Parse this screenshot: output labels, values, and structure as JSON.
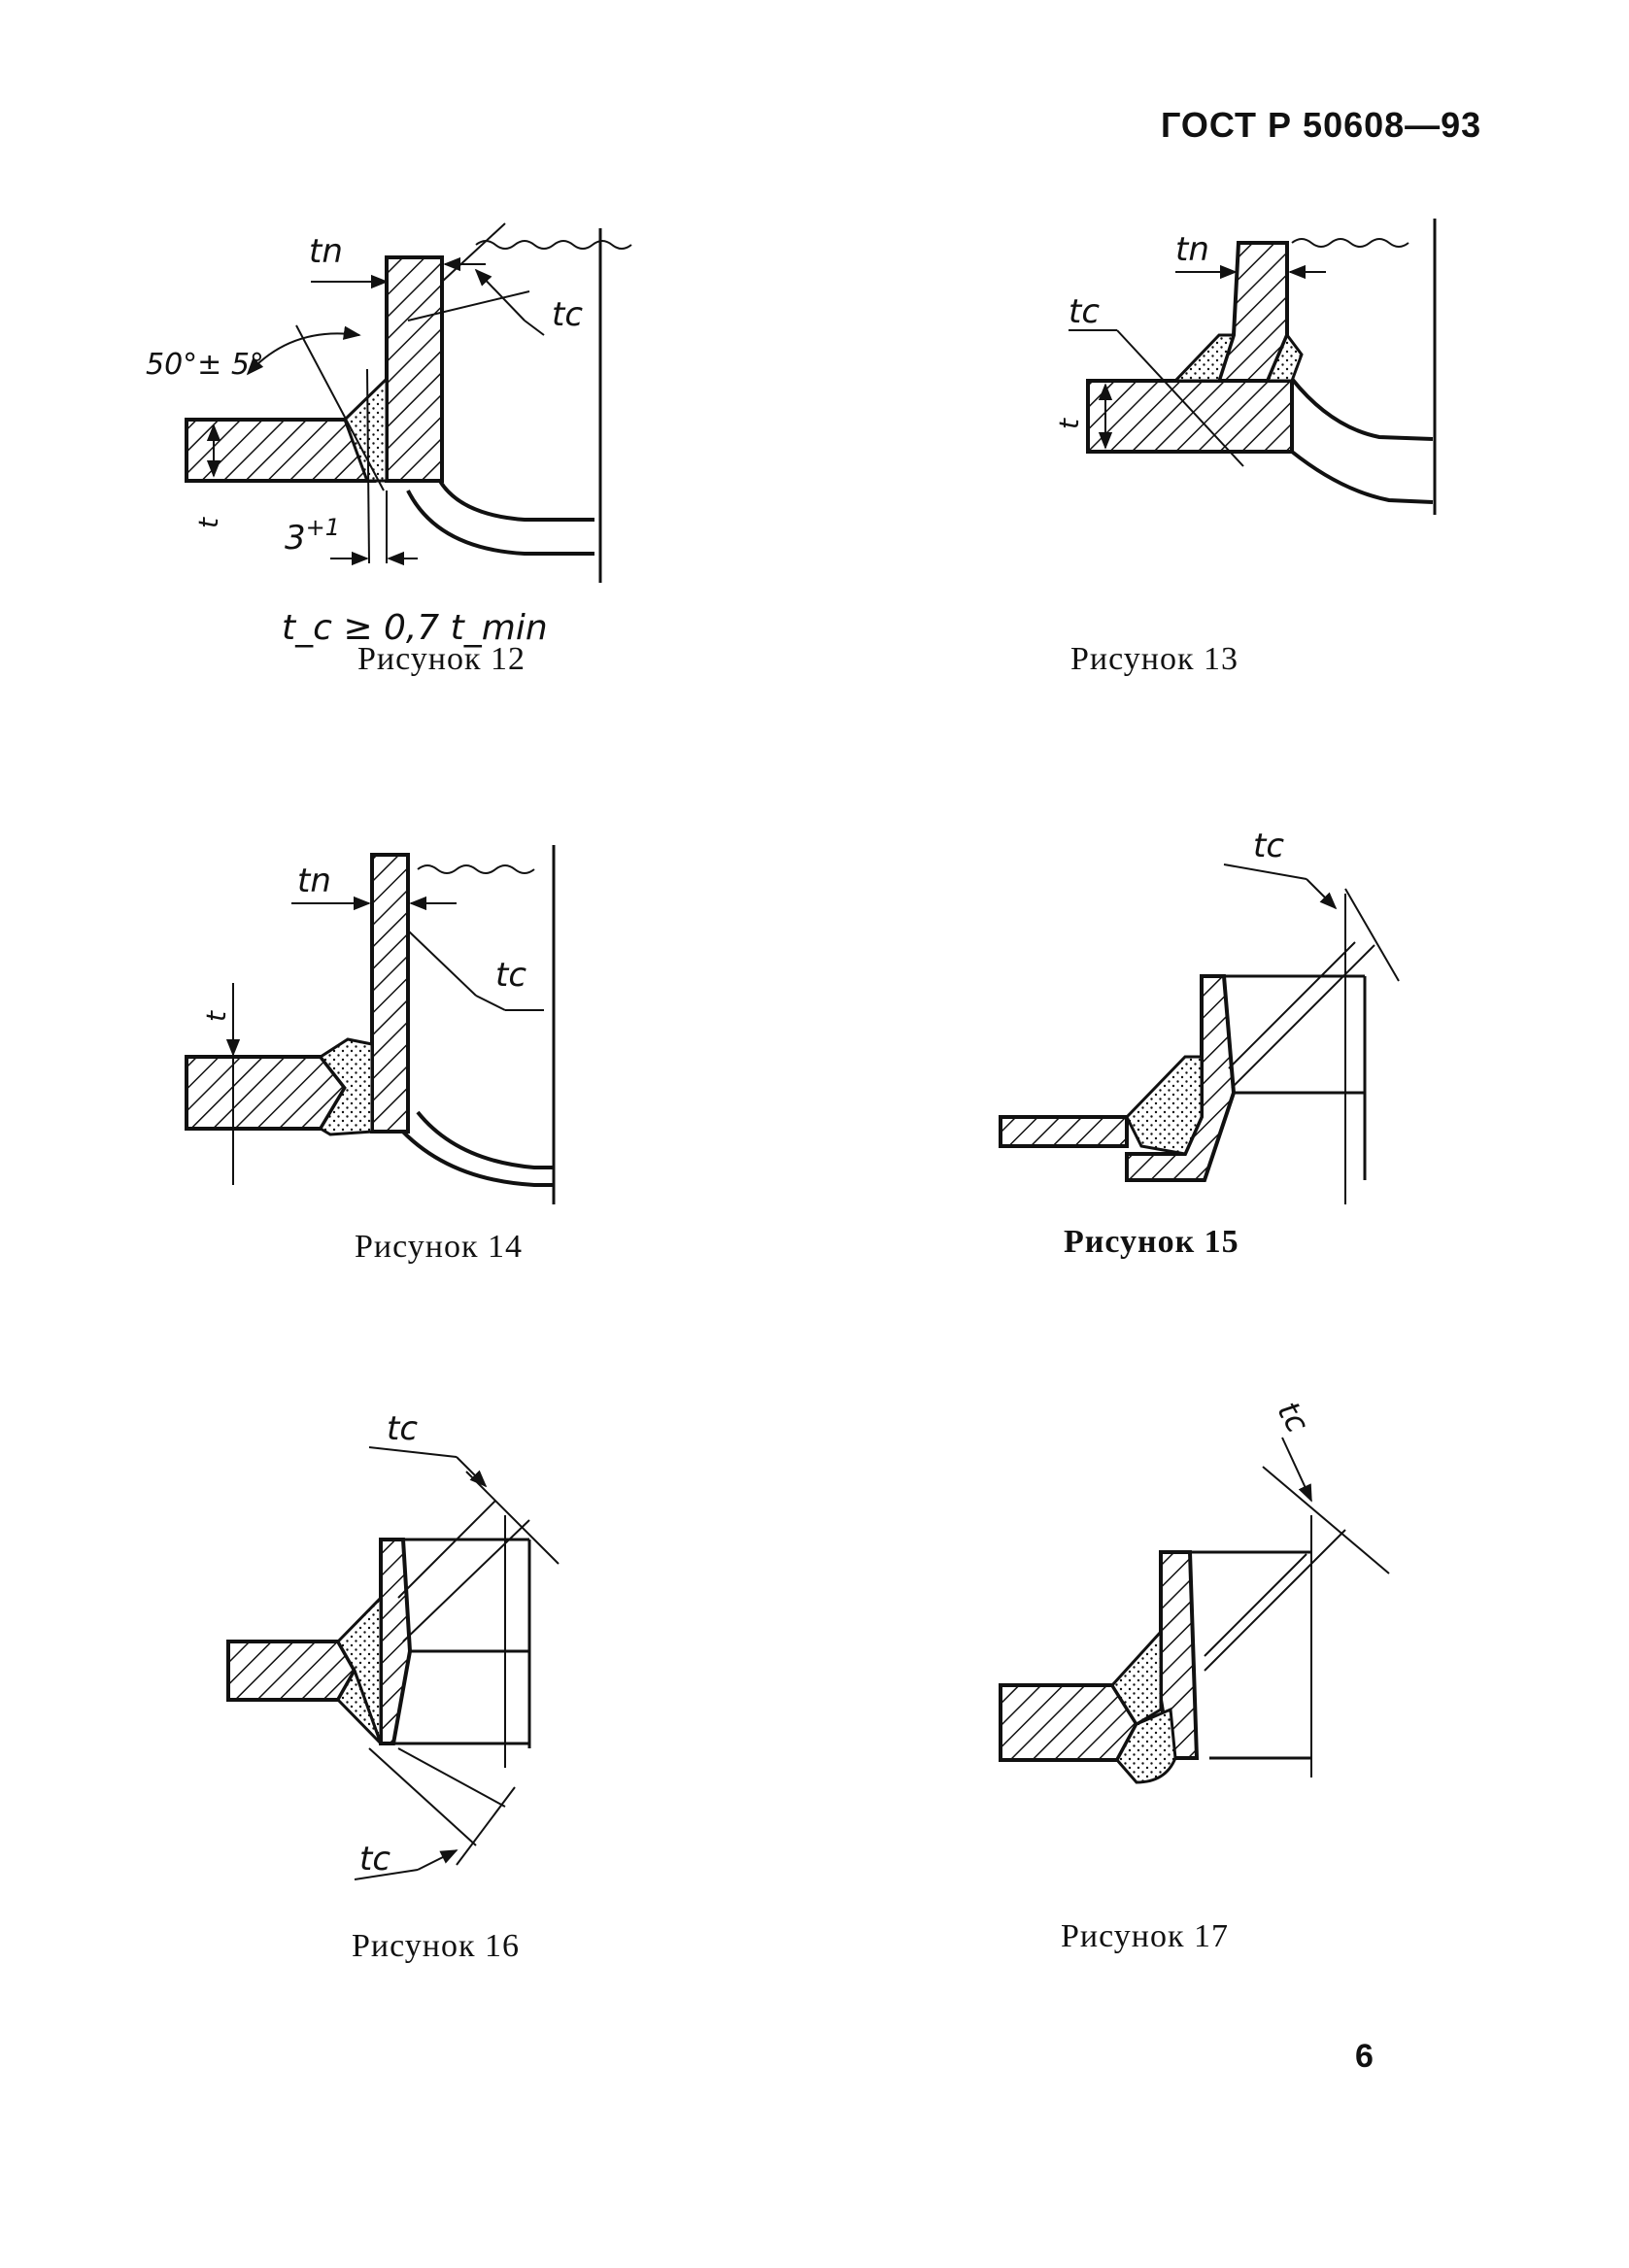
{
  "header": {
    "standard": "ГОСТ Р 50608—93"
  },
  "figures": [
    {
      "id": 12,
      "caption": "Рисунок 12",
      "formula": "t_c ≥ 0,7 t_min",
      "labels": {
        "tn": "tn",
        "tc": "tc",
        "t": "t",
        "angle": "50°± 5°",
        "gap": "3",
        "gap_sup": "+1"
      }
    },
    {
      "id": 13,
      "caption": "Рисунок 13",
      "labels": {
        "tn": "tn",
        "tc": "tc",
        "t": "t"
      }
    },
    {
      "id": 14,
      "caption": "Рисунок 14",
      "labels": {
        "tn": "tn",
        "tc": "tc",
        "t": "t"
      }
    },
    {
      "id": 15,
      "caption": "Рисунок 15",
      "labels": {
        "tc": "tc"
      }
    },
    {
      "id": 16,
      "caption": "Рисунок 16",
      "labels": {
        "tc_top": "tc",
        "tc_bottom": "tc"
      }
    },
    {
      "id": 17,
      "caption": "Рисунок 17",
      "labels": {
        "tc": "tc"
      }
    }
  ],
  "page_number": "6"
}
